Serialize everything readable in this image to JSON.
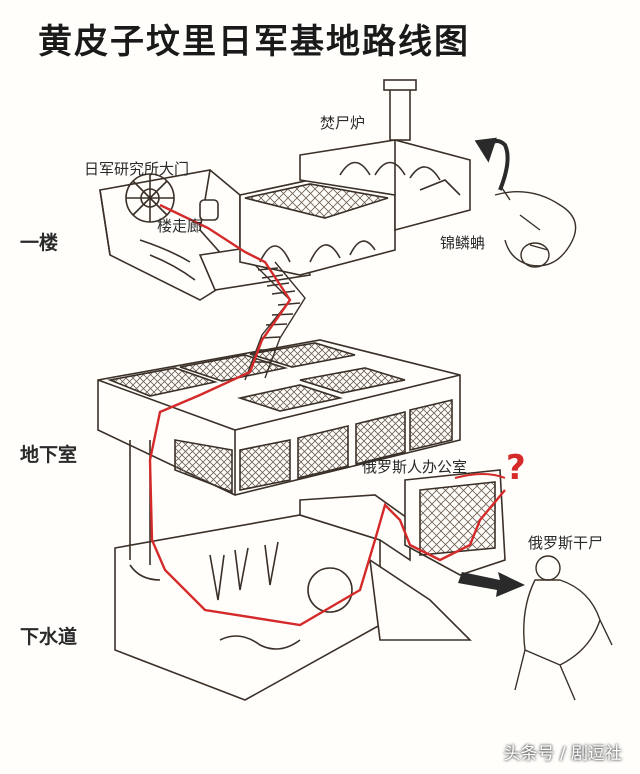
{
  "title": "黄皮子坟里日军基地路线图",
  "labels": {
    "incinerator": "焚尸炉",
    "gate": "日军研究所大门",
    "floor1": "一楼",
    "corridor": "楼走廊",
    "centipede": "锦鳞蚺",
    "basement": "地下室",
    "russian_office": "俄罗斯人办公室",
    "russian_mummy": "俄罗斯干尸",
    "sewer": "下水道",
    "question": "?"
  },
  "watermark": "头条号 / 剧逗社",
  "colors": {
    "route": "#d42a2a",
    "ink": "#3a3028",
    "paper": "#fffefb"
  }
}
